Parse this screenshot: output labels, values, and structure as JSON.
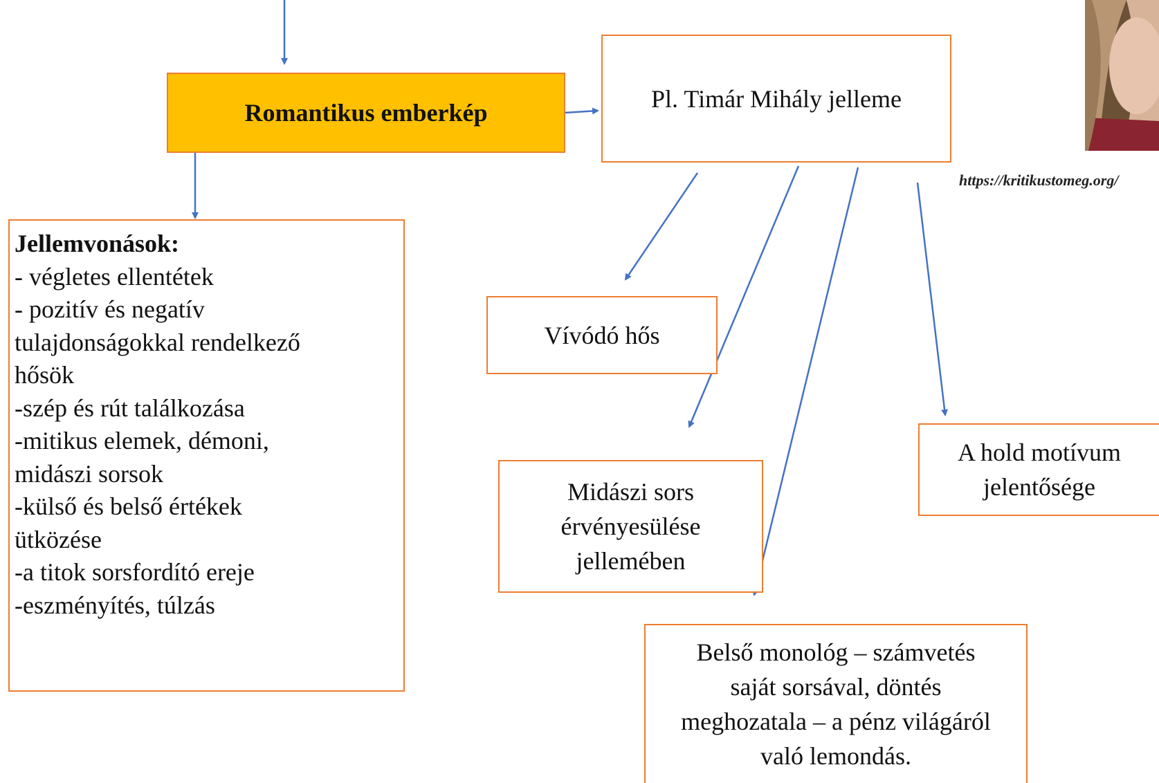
{
  "main": {
    "label": "Romantikus emberkép"
  },
  "character": {
    "label": "Pl. Timár Mihály jelleme"
  },
  "traits": {
    "heading": "Jellemvonások:",
    "lines": [
      "- végletes ellentétek",
      "- pozitív és negatív",
      "tulajdonságokkal rendelkező",
      "hősök",
      "-szép és rút találkozása",
      "-mitikus elemek, démoni,",
      "midászi sorsok",
      "-külső és belső értékek",
      "ütközése",
      "-a titok sorsfordító ereje",
      "-eszményítés, túlzás"
    ]
  },
  "topics": {
    "vivodo": {
      "label": "Vívódó hős"
    },
    "midaszi": {
      "lines": [
        "Midászi sors",
        "érvényesülése",
        "jellemében"
      ]
    },
    "hold": {
      "lines": [
        "A hold motívum",
        "jelentősége"
      ]
    },
    "monolog": {
      "lines": [
        "Belső monológ – számvetés",
        "saját sorsával, döntés",
        "meghozatala – a pénz világáról",
        "való lemondás."
      ]
    }
  },
  "image": {
    "credit": "https://kritikustomeg.org/"
  },
  "colors": {
    "box_border": "#ED7D31",
    "main_fill": "#FFC000",
    "arrow": "#4472C4"
  }
}
